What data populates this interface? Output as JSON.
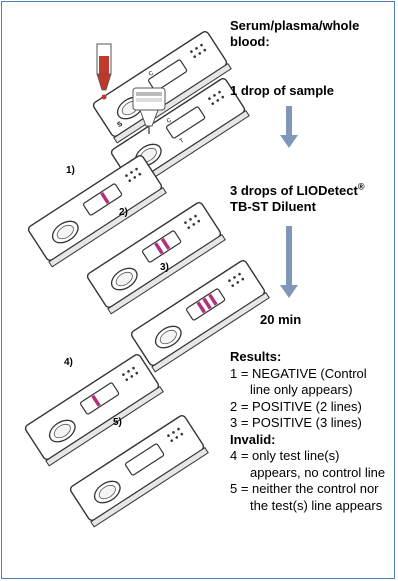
{
  "instructions": {
    "sample_title": "Serum/plasma/whole blood:",
    "sample_step": "1 drop of sample",
    "diluent_step_line1": "3  drops of LIODetect",
    "diluent_mark": "®",
    "diluent_step_line2": "TB-ST Diluent",
    "incubation": "20 min"
  },
  "results": {
    "heading": "Results:",
    "items": [
      "1 = NEGATIVE (Control line only appears)",
      "2 = POSITIVE   (2 lines)",
      "3 = POSITIVE   (3 lines)"
    ],
    "invalid_heading": "Invalid:",
    "invalid_items": [
      "4 = only test line(s) appears, no control line",
      "5 = neither the control nor the test(s) line appears"
    ]
  },
  "cassette_labels": {
    "n1": "1)",
    "n2": "2)",
    "n3": "3)",
    "n4": "4)",
    "n5": "5)",
    "window_c": "C",
    "window_t": "T",
    "well_s": "S"
  },
  "colors": {
    "frame": "#4f7fb3",
    "arrow": "#7f97b8",
    "line_mark": "#b0307a",
    "outline": "#333333"
  }
}
